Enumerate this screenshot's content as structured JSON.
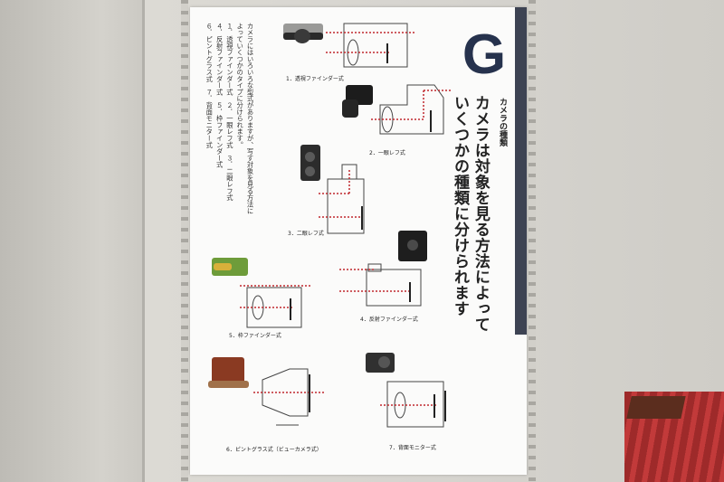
{
  "board": {
    "letter": "G",
    "subtitle": "カメラの種類",
    "headline_line1": "カメラは対象を見る方法によって",
    "headline_line2": "いくつかの種類に分けられます",
    "intro_line1": "カメラにはいろいろな型式がありますが、写す対象を見る方法に",
    "intro_line2": "よっていくつかのタイプに分けられます。",
    "intro_line3": "１．透視ファインダー式　２．一眼レフ式　３．二眼レフ式",
    "intro_line4": "４．反射ファインダー式　５．枠ファインダー式",
    "intro_line5": "６．ピントグラス式　７．背面モニター式"
  },
  "captions": {
    "c1": "1．透視ファインダー式",
    "c2": "2．一眼レフ式",
    "c3": "3．二眼レフ式",
    "c4": "4．反射ファインダー式",
    "c5": "5．枠ファインダー式",
    "c6": "6．ピントグラス式（ビューカメラ式）",
    "c7": "7．背面モニター式"
  },
  "colors": {
    "letter": "#26324d",
    "accent_line": "#c0282d",
    "diagram_line": "#444444",
    "bar": "#3d4353"
  }
}
